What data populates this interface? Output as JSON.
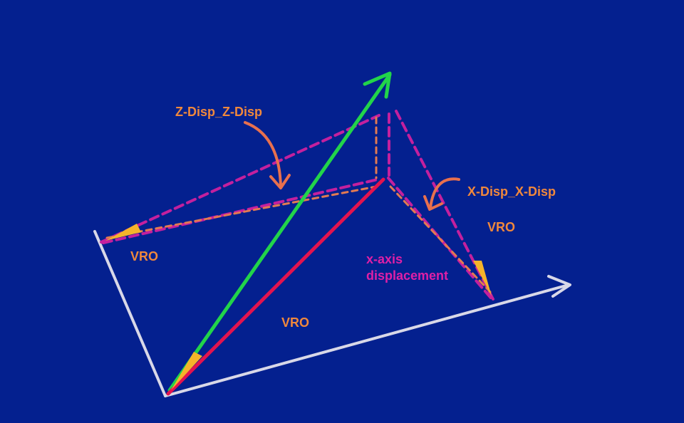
{
  "colors": {
    "background": "#04208f",
    "axis": "#d8d8e8",
    "vector_green": "#22d44a",
    "vector_red": "#e2134f",
    "dash_magenta": "#c4209e",
    "dash_orange": "#e27a52",
    "label_orange": "#f0883c",
    "label_magenta": "#e01fa6",
    "angle_fill": "#f5b42a",
    "arrow_orange": "#e8704e"
  },
  "labels": {
    "z_disp": "Z-Disp_Z-Disp",
    "x_disp": "X-Disp_X-Disp",
    "vro_left": "VRO",
    "vro_right": "VRO",
    "vro_center": "VRO",
    "x_axis_line1": "x-axis",
    "x_axis_line2": "displacement"
  }
}
